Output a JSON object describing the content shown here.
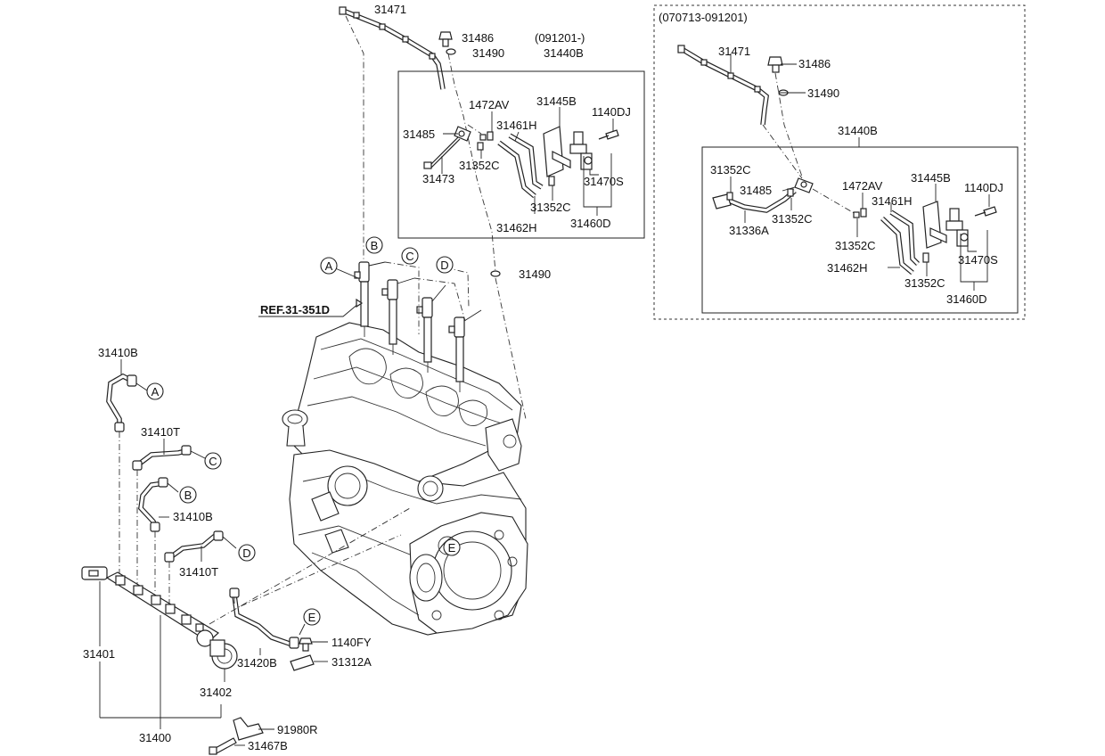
{
  "labels": {
    "p31471a": "31471",
    "p31486a": "31486",
    "p31490a": "31490",
    "p091201": "(091201-)",
    "p31440Ba": "31440B",
    "p1472AVa": "1472AV",
    "p31445Ba": "31445B",
    "p1140DJa": "1140DJ",
    "p31461Ha": "31461H",
    "p31485a": "31485",
    "p31352Ca": "31352C",
    "p31473": "31473",
    "p31470Sa": "31470S",
    "p31352Cb": "31352C",
    "p31460Da": "31460D",
    "p31462Ha": "31462H",
    "p31490b": "31490",
    "pRef": "REF.31-351D",
    "p31410Ba": "31410B",
    "p31410Ta": "31410T",
    "p31410Bb": "31410B",
    "p31410Tb": "31410T",
    "p31401": "31401",
    "p31420B": "31420B",
    "p1140FY": "1140FY",
    "p31312A": "31312A",
    "p31402": "31402",
    "p31400": "31400",
    "p91980R": "91980R",
    "p31467B": "31467B",
    "p070713": "(070713-091201)",
    "p31471b": "31471",
    "p31486b": "31486",
    "p31490c": "31490",
    "p31440Bb": "31440B",
    "p31352Cc": "31352C",
    "p31485b": "31485",
    "p1472AVb": "1472AV",
    "p31445Bb": "31445B",
    "p1140DJb": "1140DJ",
    "p31461Hb": "31461H",
    "p31336A": "31336A",
    "p31352Cd": "31352C",
    "p31352Ce": "31352C",
    "p31470Sb": "31470S",
    "p31462Hb": "31462H",
    "p31352Cf": "31352C",
    "p31460Db": "31460D"
  },
  "markers": {
    "A1": "A",
    "B1": "B",
    "C1": "C",
    "D1": "D",
    "A2": "A",
    "C2": "C",
    "B2": "B",
    "D2": "D",
    "E1": "E",
    "E2": "E"
  }
}
